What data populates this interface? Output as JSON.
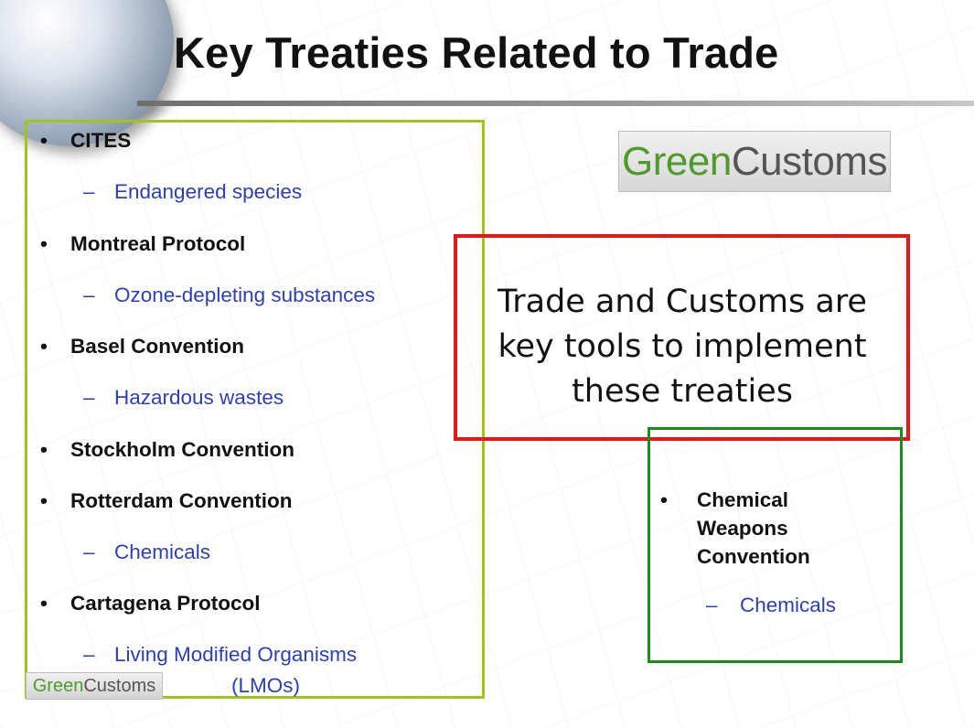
{
  "title": "Key Treaties Related to Trade",
  "treaties": [
    {
      "name": "CITES",
      "sub": "Endangered species"
    },
    {
      "name": "Montreal Protocol",
      "sub": "Ozone-depleting substances"
    },
    {
      "name": "Basel Convention",
      "sub": "Hazardous wastes"
    },
    {
      "name": "Stockholm Convention"
    },
    {
      "name": "Rotterdam Convention",
      "sub": "Chemicals"
    },
    {
      "name": "Cartagena Protocol",
      "sub": "Living Modified Organisms",
      "sub2": "(LMOs)"
    }
  ],
  "logo": {
    "green": "Green",
    "gray": "Customs"
  },
  "callout": {
    "line1": "Trade and Customs are",
    "line2": "key tools to implement",
    "line3": "these treaties"
  },
  "chemical_weapons": {
    "name": "Chemical Weapons Convention",
    "sub": "Chemicals"
  },
  "colors": {
    "left_box": "#a0c41c",
    "callout_box": "#e31919",
    "right_box": "#1e8a1e",
    "sub_text": "#2e3fb5"
  }
}
